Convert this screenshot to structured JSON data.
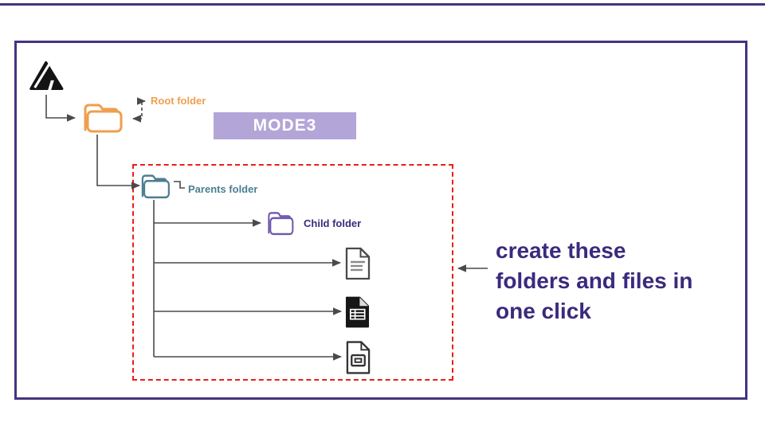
{
  "header": {
    "drive_icon": "google-drive-logo",
    "root_folder_label": "Root folder",
    "mode_badge": "MODE3"
  },
  "tree": {
    "parents_folder_label": "Parents folder",
    "child_folder_label": "Child folder",
    "file_icons": [
      "google-docs-file",
      "google-sheets-file",
      "google-slides-file"
    ]
  },
  "annotation": {
    "lines": [
      "create these",
      "folders and files in",
      "one click"
    ],
    "full_text": "create these folders and files in one click"
  },
  "colors": {
    "frame_purple": "#46337f",
    "root_orange": "#ef9f4d",
    "parents_teal": "#4d7e8f",
    "child_purple": "#6f57ac",
    "label_indigo": "#3b2a7d",
    "badge_lavender": "#b3a5d8",
    "selection_red": "#ee1c1c",
    "connector_gray": "#4a4a4a"
  }
}
